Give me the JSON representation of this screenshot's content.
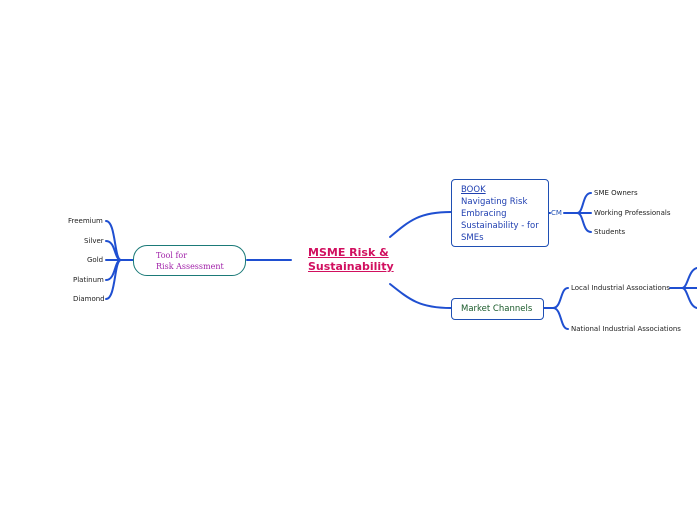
{
  "central": {
    "line1": "MSME Risk &",
    "line2": "Sustainability"
  },
  "tool": {
    "line1": "Tool for",
    "line2": "Risk Assessment"
  },
  "tiers": [
    "Freemium",
    "Silver",
    "Gold",
    "Platinum",
    "Diamond"
  ],
  "book": {
    "line1": "BOOK",
    "line2": "Navigating Risk",
    "line3": "Embracing",
    "line4": "Sustainability - for",
    "line5": "SMEs"
  },
  "book_connector": "CM",
  "book_audience": [
    "SME Owners",
    "Working Professionals",
    "Students"
  ],
  "market": {
    "label": "Market Channels"
  },
  "market_channels": [
    "Local Industrial Associations",
    "National Industrial Associations"
  ],
  "colors": {
    "link": "#1f4fd1",
    "central": "#d10f5f",
    "tool_text": "#a020a8",
    "book_text": "#1f3fb0",
    "market_text": "#1a5a2a"
  }
}
